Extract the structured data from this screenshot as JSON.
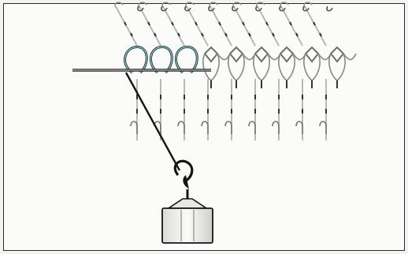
{
  "figure": {
    "caption": "",
    "colors": {
      "background": "#fbfbf9",
      "frame": "#2a2a2a",
      "thread": "#1e1e1e",
      "yarn_highlight": "#7fc7d0",
      "needle": "#b8b8b8",
      "loop": "#6e6e6e"
    },
    "icons": [
      "knitting-needle-row",
      "yarn-loop",
      "thread-line",
      "hook",
      "hanging-weight"
    ]
  }
}
